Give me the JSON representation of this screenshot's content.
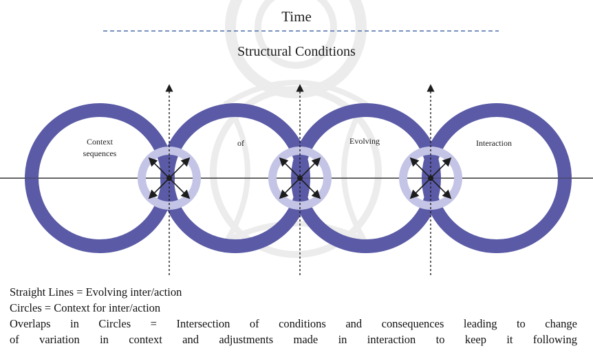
{
  "diagram": {
    "header_label": "Time",
    "structural_label": "Structural Conditions",
    "circle_labels": [
      {
        "lines": [
          "Context",
          "sequences"
        ]
      },
      {
        "lines": [
          "of"
        ]
      },
      {
        "lines": [
          "Evolving"
        ]
      },
      {
        "lines": [
          "Interaction"
        ]
      }
    ],
    "colors": {
      "ring": "#5a5aa6",
      "ring_stroke": "#3d3d8a",
      "overlap_ring": "#c4c4e6",
      "axis": "#3a3a3a",
      "dashed_time_line": "#4a6fa8",
      "arrow": "#1c1c1c",
      "watermark": "#9a9a9a"
    }
  },
  "legend": {
    "line1": "Straight Lines = Evolving inter/action",
    "line2": "Circles = Context for inter/action",
    "line3": "Overlaps in Circles = Intersection of conditions and consequences leading to change",
    "line4": "of variation in context and adjustments made in interaction to keep it following"
  }
}
